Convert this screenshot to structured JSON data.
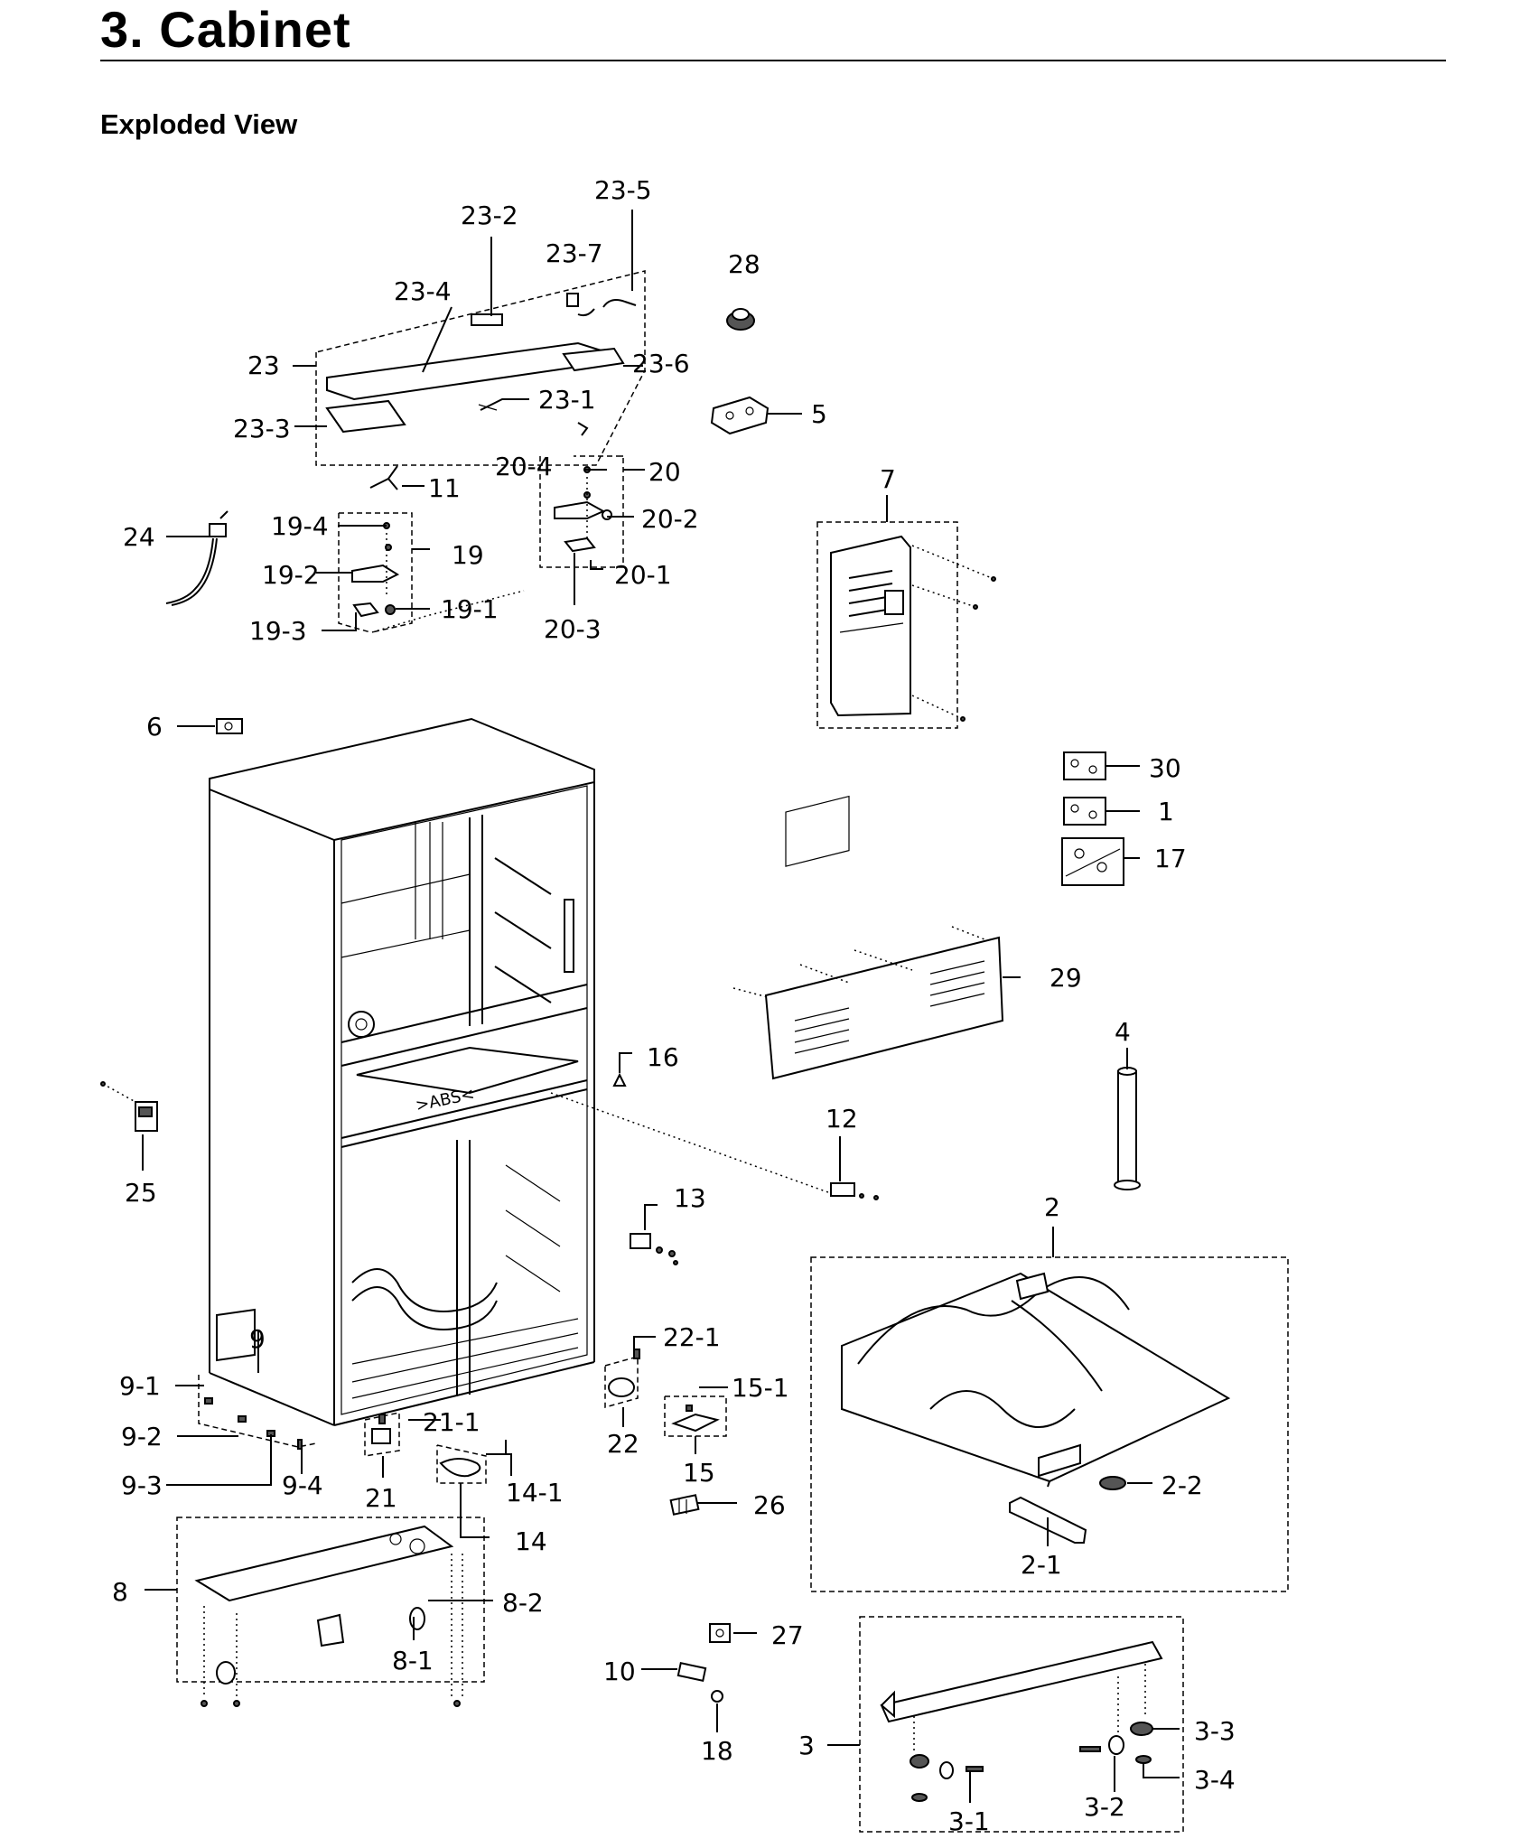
{
  "header": {
    "title": "3.  Cabinet",
    "subtitle": "Exploded View"
  },
  "callouts": {
    "c23_5": "23-5",
    "c23_2": "23-2",
    "c23_7": "23-7",
    "c23_4": "23-4",
    "c28": "28",
    "c23": "23",
    "c23_6": "23-6",
    "c23_1": "23-1",
    "c23_3": "23-3",
    "c5": "5",
    "c20_4": "20-4",
    "c20": "20",
    "c11": "11",
    "c20_2": "20-2",
    "c7": "7",
    "c19_4": "19-4",
    "c24": "24",
    "c19": "19",
    "c19_2": "19-2",
    "c20_1": "20-1",
    "c19_1": "19-1",
    "c19_3": "19-3",
    "c20_3": "20-3",
    "c6": "6",
    "c30": "30",
    "c1": "1",
    "c17": "17",
    "c29": "29",
    "c4": "4",
    "c16": "16",
    "c25": "25",
    "c12": "12",
    "c13": "13",
    "c2": "2",
    "c22_1": "22-1",
    "c9": "9",
    "c15_1": "15-1",
    "c9_1": "9-1",
    "c21_1": "21-1",
    "c22": "22",
    "c9_2": "9-2",
    "c15": "15",
    "c9_3": "9-3",
    "c9_4": "9-4",
    "c14_1": "14-1",
    "c21": "21",
    "c26": "26",
    "c2_2": "2-2",
    "c14": "14",
    "c8": "8",
    "c8_2": "8-2",
    "c2_1": "2-1",
    "c27": "27",
    "c8_1": "8-1",
    "c10": "10",
    "c3_3": "3-3",
    "c18": "18",
    "c3": "3",
    "c3_4": "3-4",
    "c3_1": "3-1",
    "c3_2": "3-2"
  },
  "cabinet_marking": ">ABS<"
}
